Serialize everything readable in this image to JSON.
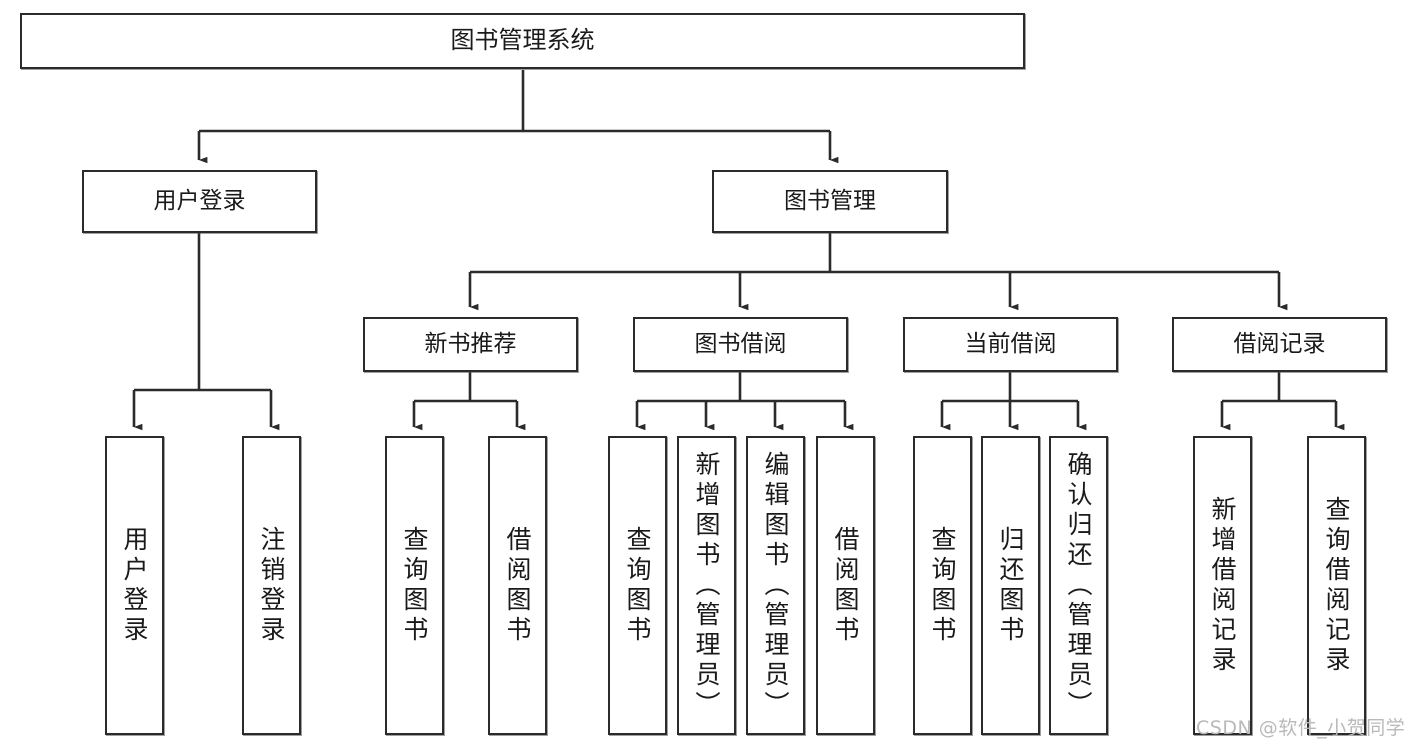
{
  "diagram": {
    "type": "hierarchy-tree",
    "title": "图书管理系统",
    "levels": {
      "root": {
        "label": "图书管理系统"
      },
      "level2": [
        {
          "id": "user-login",
          "label": "用户登录"
        },
        {
          "id": "book-management",
          "label": "图书管理"
        }
      ],
      "level3": [
        {
          "id": "new-book-recommend",
          "label": "新书推荐",
          "parent": "book-management"
        },
        {
          "id": "book-borrow",
          "label": "图书借阅",
          "parent": "book-management"
        },
        {
          "id": "current-borrow",
          "label": "当前借阅",
          "parent": "book-management"
        },
        {
          "id": "borrow-record",
          "label": "借阅记录",
          "parent": "book-management"
        }
      ],
      "leaves": [
        {
          "id": "leaf-user-login",
          "label": "用户登录",
          "parent": "user-login"
        },
        {
          "id": "leaf-logout-login",
          "label": "注销登录",
          "parent": "user-login"
        },
        {
          "id": "leaf-query-book-1",
          "label": "查询图书",
          "parent": "new-book-recommend"
        },
        {
          "id": "leaf-borrow-book-1",
          "label": "借阅图书",
          "parent": "new-book-recommend"
        },
        {
          "id": "leaf-query-book-2",
          "label": "查询图书",
          "parent": "book-borrow"
        },
        {
          "id": "leaf-add-book",
          "label": "新增图书（管理员）",
          "parent": "book-borrow"
        },
        {
          "id": "leaf-edit-book",
          "label": "编辑图书（管理员）",
          "parent": "book-borrow"
        },
        {
          "id": "leaf-borrow-book-2",
          "label": "借阅图书",
          "parent": "book-borrow"
        },
        {
          "id": "leaf-query-book-3",
          "label": "查询图书",
          "parent": "current-borrow"
        },
        {
          "id": "leaf-return-book",
          "label": "归还图书",
          "parent": "current-borrow"
        },
        {
          "id": "leaf-confirm-return",
          "label": "确认归还（管理员）",
          "parent": "current-borrow"
        },
        {
          "id": "leaf-add-record",
          "label": "新增借阅记录",
          "parent": "borrow-record"
        },
        {
          "id": "leaf-query-record",
          "label": "查询借阅记录",
          "parent": "borrow-record"
        }
      ]
    },
    "colors": {
      "box_border": "#2b2b2b",
      "box_fill": "#ffffff",
      "connector": "#2b2b2b",
      "text": "#1a1a1a",
      "watermark": "#b9b9b9",
      "background": "#ffffff"
    }
  },
  "watermark": {
    "text": "CSDN @软件_小贺同学"
  }
}
